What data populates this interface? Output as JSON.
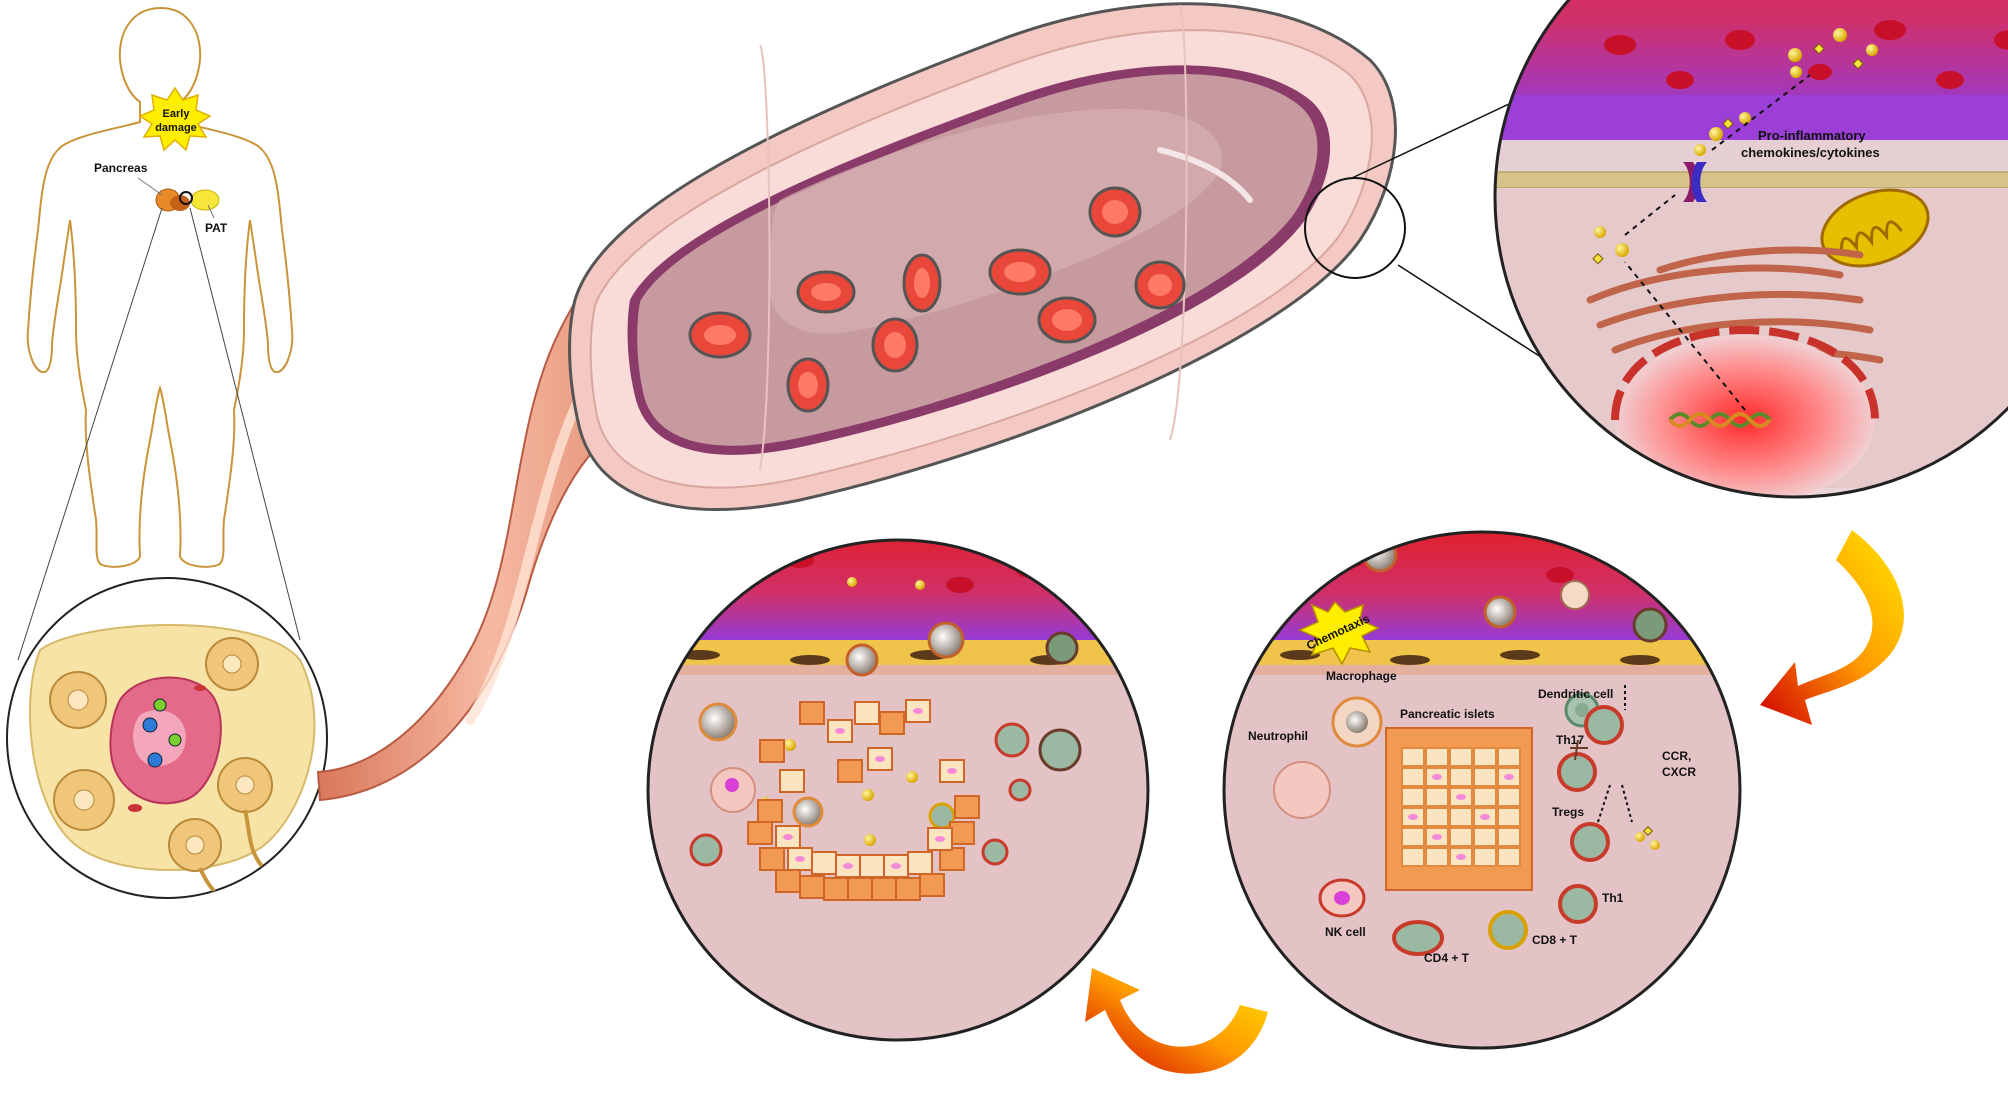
{
  "labels": {
    "early_damage_line1": "Early",
    "early_damage_line2": "damage",
    "pancreas": "Pancreas",
    "pat": "PAT",
    "pro_inflammatory_line1": "Pro-inflammatory",
    "pro_inflammatory_line2": "chemokines/cytokines",
    "chemotaxis": "Chemotaxis",
    "macrophage": "Macrophage",
    "dendritic_cell": "Dendritic cell",
    "pancreatic_islets": "Pancreatic islets",
    "neutrophil": "Neutrophil",
    "th17": "Th17",
    "ccr": "CCR,",
    "cxcr": "CXCR",
    "tregs": "Tregs",
    "th1": "Th1",
    "nk_cell": "NK cell",
    "cd4_t": "CD4 + T",
    "cd8_t": "CD8 + T"
  },
  "colors": {
    "body_outline": "#c9943a",
    "vessel_wall": "#f2c6c0",
    "vessel_lumen": "#c79a9f",
    "red_cell": "#e8473a",
    "membrane_purple": "#9b3fd6",
    "tissue_pink": "#e6c6c9",
    "islet_orange": "#f08a3c",
    "arrow_yellow": "#ffd400",
    "arrow_red": "#d40000"
  }
}
